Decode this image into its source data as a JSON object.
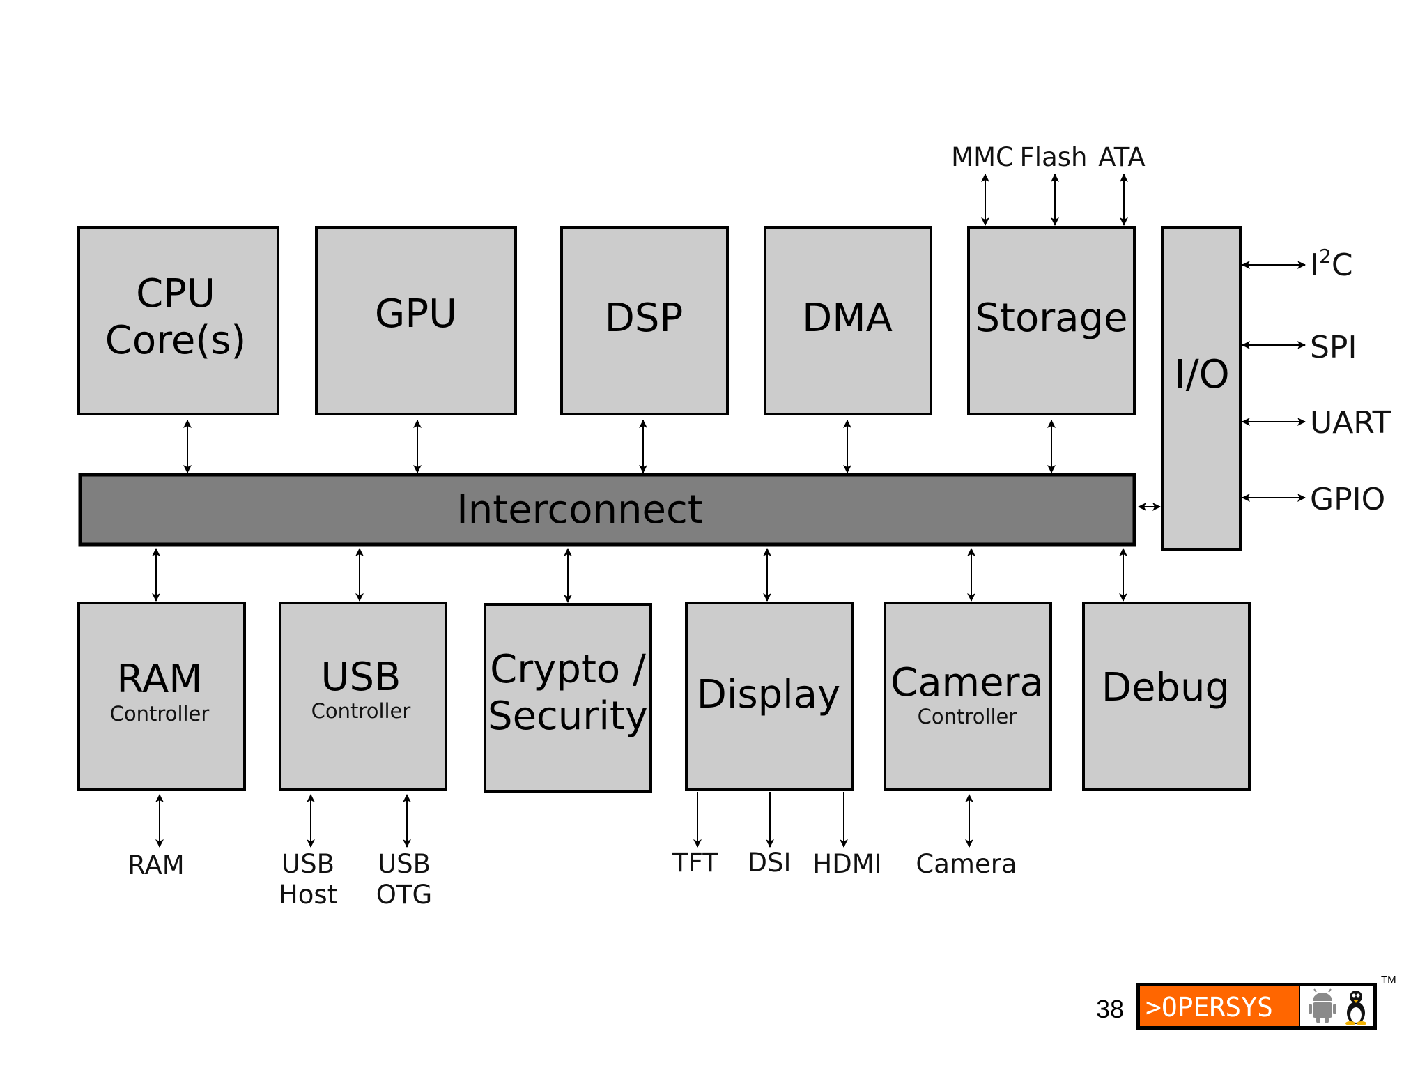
{
  "diagram": {
    "top_blocks": {
      "cpu": {
        "line1": "CPU",
        "line2": "Core(s)"
      },
      "gpu": "GPU",
      "dsp": "DSP",
      "dma": "DMA",
      "storage": "Storage"
    },
    "io_block": "I/O",
    "interconnect": "Interconnect",
    "bottom_blocks": {
      "ram": {
        "title": "RAM",
        "sub": "Controller"
      },
      "usb": {
        "title": "USB",
        "sub": "Controller"
      },
      "crypto": {
        "line1": "Crypto /",
        "line2": "Security"
      },
      "display": "Display",
      "camera": {
        "title": "Camera",
        "sub": "Controller"
      },
      "debug": "Debug"
    },
    "storage_ports": [
      "MMC",
      "Flash",
      "ATA"
    ],
    "io_ports": {
      "i2c_base": "I",
      "i2c_sup": "2",
      "i2c_end": "C",
      "spi": "SPI",
      "uart": "UART",
      "gpio": "GPIO"
    },
    "bottom_ports": {
      "ram": "RAM",
      "usb_host": {
        "line1": "USB",
        "line2": "Host"
      },
      "usb_otg": {
        "line1": "USB",
        "line2": "OTG"
      },
      "tft": "TFT",
      "dsi": "DSI",
      "hdmi": "HDMI",
      "camera": "Camera"
    }
  },
  "footer": {
    "page_number": "38",
    "logo_text": ">OPERSYS",
    "trademark": "TM",
    "logo_icons": [
      "android-icon",
      "tux-penguin-icon"
    ]
  },
  "colors": {
    "block_fill": "#cccccc",
    "interconnect_fill": "#7f7f7f",
    "logo_orange": "#ff6600"
  }
}
